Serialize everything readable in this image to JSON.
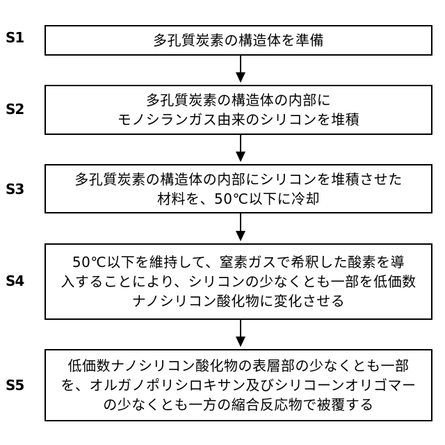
{
  "steps": [
    {
      "id": "S1",
      "text": "多孔質炭素の構造体を準備"
    },
    {
      "id": "S2",
      "text": "多孔質炭素の構造体の内部に\nモノシランガス由来のシリコンを堆積"
    },
    {
      "id": "S3",
      "text": "多孔質炭素の構造体の内部にシリコンを堆積させた\n材料を、50℃以下に冷却"
    },
    {
      "id": "S4",
      "text": "50℃以下を維持して、窒素ガスで希釈した酸素を導\n入することにより、シリコンの少なくとも一部を低価数\nナノシリコン酸化物に変化させる"
    },
    {
      "id": "S5",
      "text": "低価数ナノシリコン酸化物の表層部の少なくとも一部\nを、オルガノポリシロキサン及びシリコーンオリゴマー\nの少なくとも一方の縮合反応物で被覆する"
    }
  ]
}
